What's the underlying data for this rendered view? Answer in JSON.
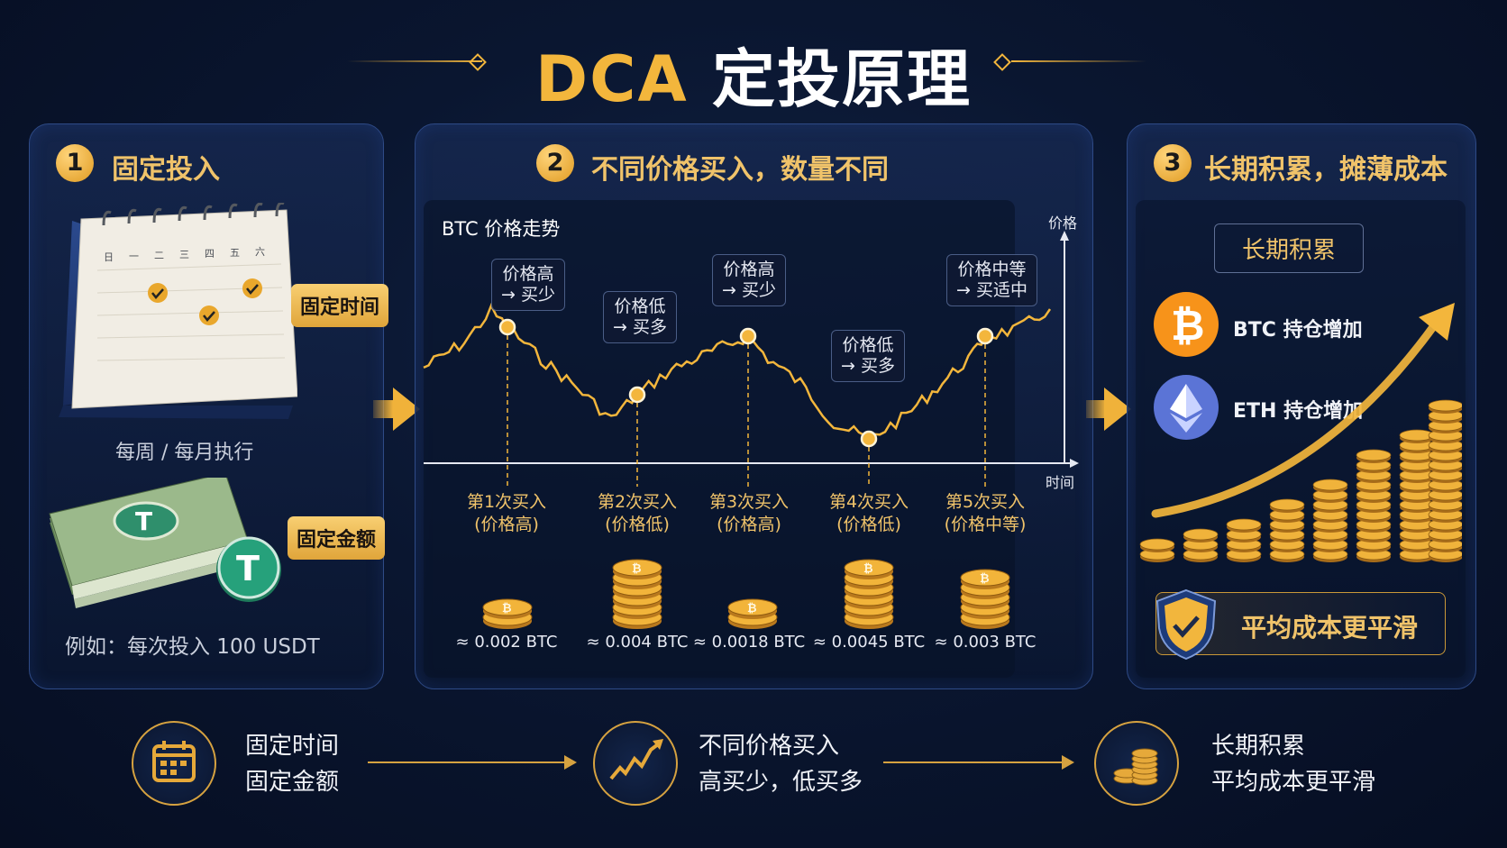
{
  "title": {
    "dca": "DCA",
    "rest": "定投原理"
  },
  "panel1": {
    "number": "1",
    "title": "固定投入",
    "weekdays": [
      "日",
      "一",
      "二",
      "三",
      "四",
      "五",
      "六"
    ],
    "tag_time": "固定时间",
    "caption_time": "每周 / 每月执行",
    "tag_amount": "固定金额",
    "caption_amount": "例如：每次投入 100 USDT"
  },
  "panel2": {
    "number": "2",
    "title": "不同价格买入，数量不同",
    "chart_title": "BTC 价格走势",
    "axis_y": "价格",
    "axis_x": "时间",
    "bubbles": [
      {
        "l1": "价格高",
        "l2": "→ 买少"
      },
      {
        "l1": "价格低",
        "l2": "→ 买多"
      },
      {
        "l1": "价格高",
        "l2": "→ 买少"
      },
      {
        "l1": "价格低",
        "l2": "→ 买多"
      },
      {
        "l1": "价格中等",
        "l2": "→ 买适中"
      }
    ],
    "buys": [
      {
        "l1": "第1次买入",
        "l2": "(价格高)",
        "amount": "≈ 0.002 BTC",
        "coins": 2
      },
      {
        "l1": "第2次买入",
        "l2": "(价格低)",
        "amount": "≈ 0.004 BTC",
        "coins": 6
      },
      {
        "l1": "第3次买入",
        "l2": "(价格高)",
        "amount": "≈ 0.0018 BTC",
        "coins": 2
      },
      {
        "l1": "第4次买入",
        "l2": "(价格低)",
        "amount": "≈ 0.0045 BTC",
        "coins": 6
      },
      {
        "l1": "第5次买入",
        "l2": "(价格中等)",
        "amount": "≈ 0.003 BTC",
        "coins": 5
      }
    ]
  },
  "panel3": {
    "number": "3",
    "title": "长期积累，摊薄成本",
    "subtitle": "长期积累",
    "btc_label": "BTC 持仓增加",
    "eth_label": "ETH 持仓增加",
    "smooth_label": "平均成本更平滑"
  },
  "bottom": [
    {
      "l1": "固定时间",
      "l2": "固定金额"
    },
    {
      "l1": "不同价格买入",
      "l2": "高买少，低买多"
    },
    {
      "l1": "长期积累",
      "l2": "平均成本更平滑"
    }
  ],
  "colors": {
    "gold": "#f3b63c",
    "navy": "#0a1630",
    "btc": "#f7931a",
    "eth": "#627eea",
    "usdt": "#26a17b"
  }
}
